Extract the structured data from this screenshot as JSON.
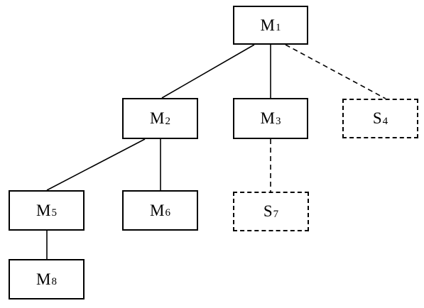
{
  "nodes": {
    "m1": {
      "letter": "M",
      "index": "1",
      "style": "solid"
    },
    "m2": {
      "letter": "M",
      "index": "2",
      "style": "solid"
    },
    "m3": {
      "letter": "M",
      "index": "3",
      "style": "solid"
    },
    "s4": {
      "letter": "S",
      "index": "4",
      "style": "dashed"
    },
    "m5": {
      "letter": "M",
      "index": "5",
      "style": "solid"
    },
    "m6": {
      "letter": "M",
      "index": "6",
      "style": "solid"
    },
    "s7": {
      "letter": "S",
      "index": "7",
      "style": "dashed"
    },
    "m8": {
      "letter": "M",
      "index": "8",
      "style": "solid"
    }
  },
  "edges": [
    {
      "from": "m1",
      "to": "m2",
      "style": "solid"
    },
    {
      "from": "m1",
      "to": "m3",
      "style": "solid"
    },
    {
      "from": "m1",
      "to": "s4",
      "style": "dashed"
    },
    {
      "from": "m2",
      "to": "m5",
      "style": "solid"
    },
    {
      "from": "m2",
      "to": "m6",
      "style": "solid"
    },
    {
      "from": "m3",
      "to": "s7",
      "style": "dashed"
    },
    {
      "from": "m5",
      "to": "m8",
      "style": "solid"
    }
  ],
  "colors": {
    "stroke": "#000000",
    "background": "#ffffff"
  }
}
